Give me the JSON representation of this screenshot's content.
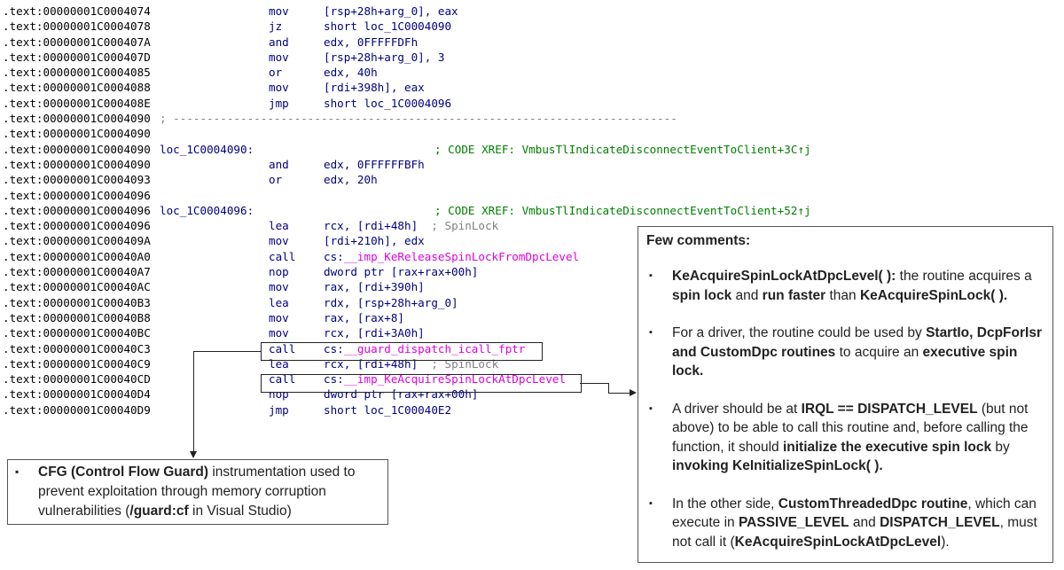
{
  "listing": {
    "rows": [
      {
        "addr": ".text:00000001C0004074",
        "mnemonic": "mov",
        "operands": "[rsp+28h+arg_0], eax"
      },
      {
        "addr": ".text:00000001C0004078",
        "mnemonic": "jz",
        "operands": "short loc_1C0004090"
      },
      {
        "addr": ".text:00000001C000407A",
        "mnemonic": "and",
        "operands": "edx, 0FFFFFDFh"
      },
      {
        "addr": ".text:00000001C000407D",
        "mnemonic": "mov",
        "operands": "[rsp+28h+arg_0], 3"
      },
      {
        "addr": ".text:00000001C0004085",
        "mnemonic": "or",
        "operands": "edx, 40h"
      },
      {
        "addr": ".text:00000001C0004088",
        "mnemonic": "mov",
        "operands": "[rdi+398h], eax"
      },
      {
        "addr": ".text:00000001C000408E",
        "mnemonic": "jmp",
        "operands": "short loc_1C0004096"
      },
      {
        "addr": ".text:00000001C0004090",
        "separator": "; ---------------------------------------------------------------------------"
      },
      {
        "addr": ".text:00000001C0004090"
      },
      {
        "addr": ".text:00000001C0004090",
        "label": "loc_1C0004090:",
        "xref": "; CODE XREF: VmbusTlIndicateDisconnectEventToClient+3C↑j"
      },
      {
        "addr": ".text:00000001C0004090",
        "mnemonic": "and",
        "operands": "edx, 0FFFFFFBFh"
      },
      {
        "addr": ".text:00000001C0004093",
        "mnemonic": "or",
        "operands": "edx, 20h"
      },
      {
        "addr": ".text:00000001C0004096"
      },
      {
        "addr": ".text:00000001C0004096",
        "label": "loc_1C0004096:",
        "xref": "; CODE XREF: VmbusTlIndicateDisconnectEventToClient+52↑j"
      },
      {
        "addr": ".text:00000001C0004096",
        "mnemonic": "lea",
        "operands": "rcx, [rdi+48h]",
        "comment": "; SpinLock"
      },
      {
        "addr": ".text:00000001C000409A",
        "mnemonic": "mov",
        "operands": "[rdi+210h], edx"
      },
      {
        "addr": ".text:00000001C00040A0",
        "mnemonic": "call",
        "operands": "cs:",
        "import": "__imp_KeReleaseSpinLockFromDpcLevel"
      },
      {
        "addr": ".text:00000001C00040A7",
        "mnemonic": "nop",
        "operands": "dword ptr [rax+rax+00h]"
      },
      {
        "addr": ".text:00000001C00040AC",
        "mnemonic": "mov",
        "operands": "rax, [rdi+390h]"
      },
      {
        "addr": ".text:00000001C00040B3",
        "mnemonic": "lea",
        "operands": "rdx, [rsp+28h+arg_0]"
      },
      {
        "addr": ".text:00000001C00040B8",
        "mnemonic": "mov",
        "operands": "rax, [rax+8]"
      },
      {
        "addr": ".text:00000001C00040BC",
        "mnemonic": "mov",
        "operands": "rcx, [rdi+3A0h]"
      },
      {
        "addr": ".text:00000001C00040C3",
        "mnemonic": "call",
        "operands": "cs:",
        "import": "__guard_dispatch_icall_fptr"
      },
      {
        "addr": ".text:00000001C00040C9",
        "mnemonic": "lea",
        "operands": "rcx, [rdi+48h]",
        "comment": "; SpinLock"
      },
      {
        "addr": ".text:00000001C00040CD",
        "mnemonic": "call",
        "operands": "cs:",
        "import": "__imp_KeAcquireSpinLockAtDpcLevel"
      },
      {
        "addr": ".text:00000001C00040D4",
        "mnemonic": "nop",
        "operands": "dword ptr [rax+rax+00h]"
      },
      {
        "addr": ".text:00000001C00040D9",
        "mnemonic": "jmp",
        "operands": "short loc_1C00040E2"
      }
    ]
  },
  "cfg_note": {
    "bullet": "▪",
    "bold1": "CFG (Control Flow Guard)",
    "text1": " instrumentation used to prevent exploitation through memory corruption vulnerabilities (",
    "bold2": "/guard:cf",
    "text2": " in Visual Studio)"
  },
  "comments": {
    "title": "Few comments:",
    "bullet": "▪",
    "items": [
      {
        "p1b": "KeAcquireSpinLockAtDpcLevel( ):",
        "p2": "  the routine acquires a ",
        "p3b": "spin lock",
        "p4": " and ",
        "p5b": "run faster",
        "p6": " than ",
        "p7b": "KeAcquireSpinLock( )."
      },
      {
        "p1": "For a driver, the routine could be used by ",
        "p2b": "StartIo, DcpForIsr and CustomDpc routines",
        "p3": " to acquire an ",
        "p4b": "executive spin lock."
      },
      {
        "p1": "A driver should be at ",
        "p2b": "IRQL == DISPATCH_LEVEL",
        "p3": " (but not above) to be able to call this routine and, before calling the function, it should ",
        "p4b": "initialize the executive spin lock",
        "p5": " by ",
        "p6b": "invoking KeInitializeSpinLock( )."
      },
      {
        "p1": "In the other side, ",
        "p2b": "CustomThreadedDpc routine",
        "p3": ", which can execute in ",
        "p4b": "PASSIVE_LEVEL",
        "p5": " and ",
        "p6b": "DISPATCH_LEVEL",
        "p7": ", must not call it (",
        "p8b": "KeAcquireSpinLockAtDpcLevel",
        "p9": ")."
      }
    ]
  },
  "colors": {
    "mnemonic": "#000080",
    "xref": "#008000",
    "import": "#e000e0",
    "separator": "#7f7f7f"
  }
}
